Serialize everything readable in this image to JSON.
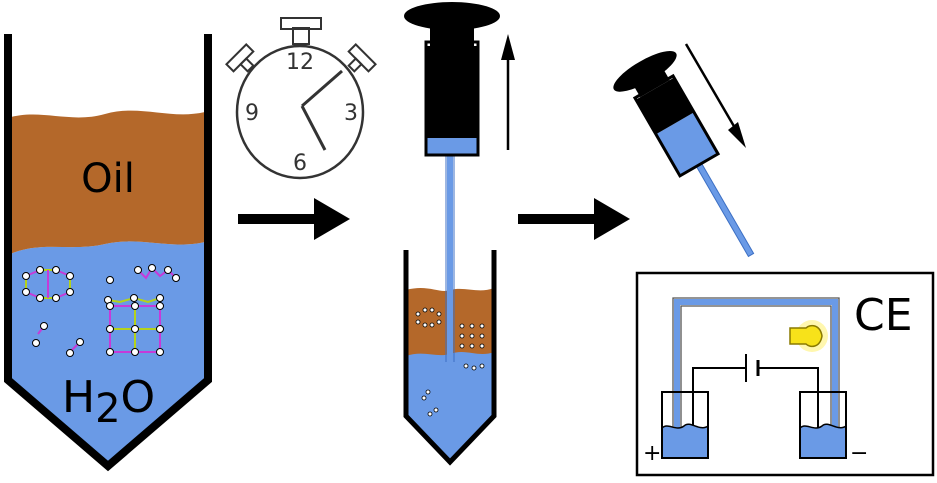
{
  "labels": {
    "oil": "Oil",
    "water_h": "H",
    "water_sub": "2",
    "water_o": "O",
    "ce": "CE",
    "plus": "+",
    "minus": "−"
  },
  "clock": {
    "n12": "12",
    "n3": "3",
    "n6": "6",
    "n9": "9"
  },
  "colors": {
    "oil": "#b4682a",
    "water": "#6a9ae6",
    "syringe_fill": "#6a9ae6",
    "bulb": "#f7e21a",
    "outline": "#000000"
  }
}
